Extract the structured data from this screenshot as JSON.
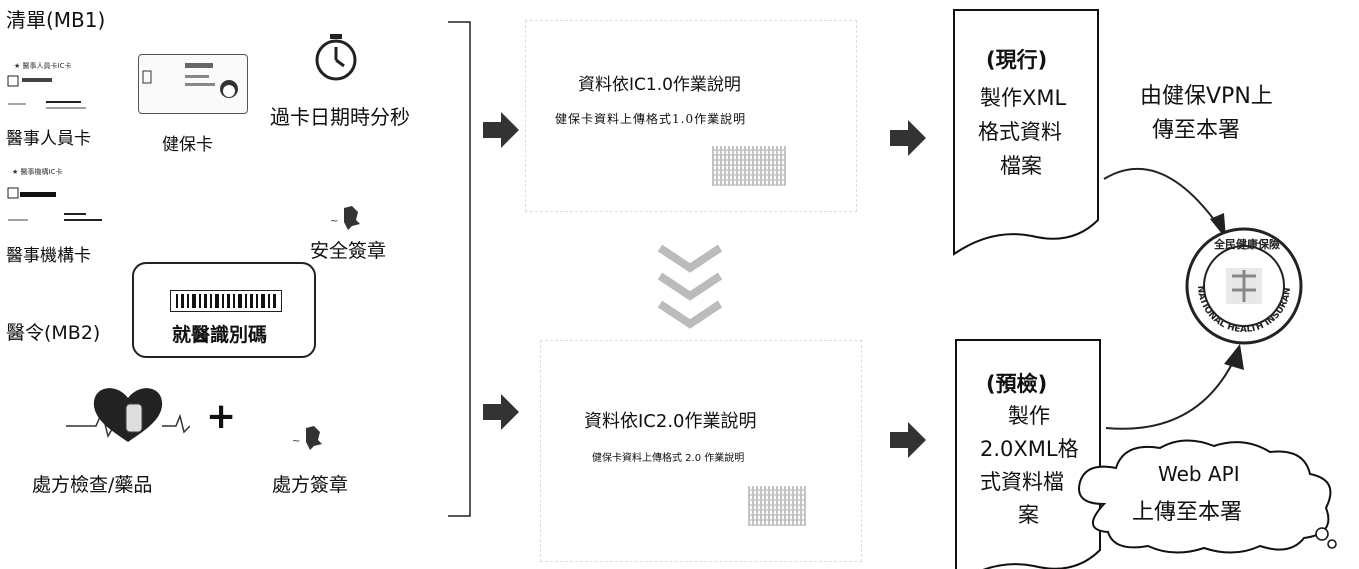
{
  "left": {
    "list_mb1": "清單(MB1)",
    "medical_staff_card": "醫事人員卡",
    "health_card": "健保卡",
    "swipe_time": "過卡日期時分秒",
    "institution_card": "醫事機構卡",
    "security_seal": "安全簽章",
    "order_mb2": "醫令(MB2)",
    "visit_id": "就醫識別碼",
    "prescription_check": "處方檢查/藥品",
    "plus": "+",
    "prescription_seal": "處方簽章"
  },
  "middle": {
    "ic1_title": "資料依IC1.0作業說明",
    "ic1_sub": "健保卡資料上傳格式1.0作業說明",
    "ic2_title": "資料依IC2.0作業說明",
    "ic2_sub": "健保卡資料上傳格式 2.0 作業說明"
  },
  "right": {
    "current_tag": "(現行)",
    "current_body": [
      "製作XML",
      "格式資料",
      "檔案"
    ],
    "precheck_tag": "(預檢)",
    "precheck_body": [
      "製作",
      "2.0XML格",
      "式資料檔",
      "案"
    ],
    "vpn_upload": [
      "由健保VPN上",
      "傳至本署"
    ],
    "webapi_line1": "Web API",
    "webapi_line2": "上傳至本署",
    "seal_text": "全民健康保險",
    "seal_ring": "NATIONAL HEALTH INSURANCE"
  }
}
